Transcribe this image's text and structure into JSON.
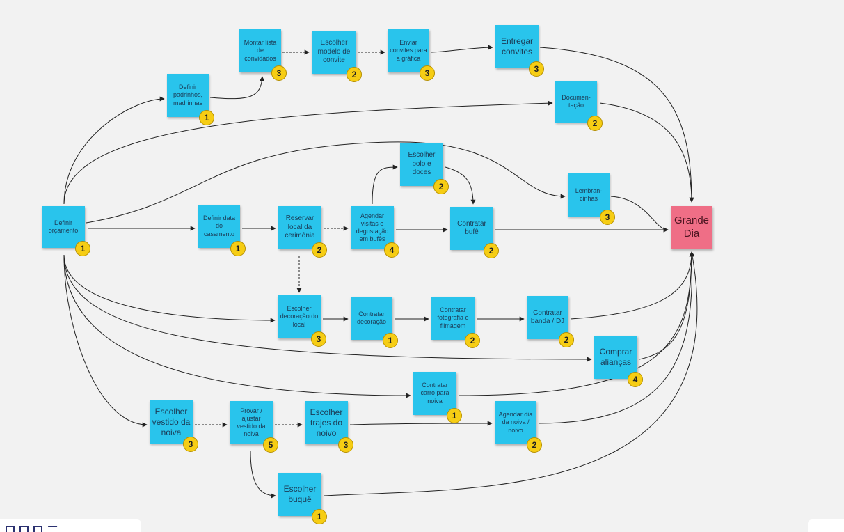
{
  "nodes": [
    {
      "id": "montar",
      "label": "Montar lista de convidados",
      "badge": "3",
      "color": "#29c4ec"
    },
    {
      "id": "escolher_modelo",
      "label": "Escolher modelo de convite",
      "badge": "2",
      "color": "#29c4ec"
    },
    {
      "id": "enviar",
      "label": "Enviar convites para a gráfica",
      "badge": "3",
      "color": "#29c4ec"
    },
    {
      "id": "entregar",
      "label": "Entregar convites",
      "badge": "3",
      "color": "#29c4ec"
    },
    {
      "id": "padrinhos",
      "label": "Definir padrinhos, madrinhas",
      "badge": "1",
      "color": "#29c4ec"
    },
    {
      "id": "documentacao",
      "label": "Documen-tação",
      "badge": "2",
      "color": "#29c4ec"
    },
    {
      "id": "bolo",
      "label": "Escolher bolo e doces",
      "badge": "2",
      "color": "#29c4ec"
    },
    {
      "id": "lembrancinhas",
      "label": "Lembran-cinhas",
      "badge": "3",
      "color": "#29c4ec"
    },
    {
      "id": "orcamento",
      "label": "Definir orçamento",
      "badge": "1",
      "color": "#29c4ec"
    },
    {
      "id": "data",
      "label": "Definir data do casamento",
      "badge": "1",
      "color": "#29c4ec"
    },
    {
      "id": "reservar",
      "label": "Reservar local da cerimônia",
      "badge": "2",
      "color": "#29c4ec"
    },
    {
      "id": "agendar_visitas",
      "label": "Agendar visitas e degustação em bufês",
      "badge": "4",
      "color": "#29c4ec"
    },
    {
      "id": "bufe",
      "label": "Contratar bufê",
      "badge": "2",
      "color": "#29c4ec"
    },
    {
      "id": "grande_dia",
      "label": "Grande Dia",
      "badge": "",
      "color": "#ef6e86"
    },
    {
      "id": "escolher_decoracao",
      "label": "Escolher decoração do local",
      "badge": "3",
      "color": "#29c4ec"
    },
    {
      "id": "contratar_decoracao",
      "label": "Contratar decoração",
      "badge": "1",
      "color": "#29c4ec"
    },
    {
      "id": "fotografia",
      "label": "Contratar fotografia e filmagem",
      "badge": "2",
      "color": "#29c4ec"
    },
    {
      "id": "banda",
      "label": "Contratar banda / DJ",
      "badge": "2",
      "color": "#29c4ec"
    },
    {
      "id": "aliancas",
      "label": "Comprar alianças",
      "badge": "4",
      "color": "#29c4ec"
    },
    {
      "id": "carro",
      "label": "Contratar carro para noiva",
      "badge": "1",
      "color": "#29c4ec"
    },
    {
      "id": "vestido",
      "label": "Escolher vestido da noiva",
      "badge": "3",
      "color": "#29c4ec"
    },
    {
      "id": "provar",
      "label": "Provar / ajustar vestido da noiva",
      "badge": "5",
      "color": "#29c4ec"
    },
    {
      "id": "trajes",
      "label": "Escolher trajes do noivo",
      "badge": "3",
      "color": "#29c4ec"
    },
    {
      "id": "dia_noiva",
      "label": "Agendar dia da noiva / noivo",
      "badge": "2",
      "color": "#29c4ec"
    },
    {
      "id": "buque",
      "label": "Escolher buquê",
      "badge": "1",
      "color": "#29c4ec"
    }
  ],
  "edges": [
    {
      "from": "montar",
      "to": "escolher_modelo",
      "dashed": true
    },
    {
      "from": "escolher_modelo",
      "to": "enviar",
      "dashed": true
    },
    {
      "from": "enviar",
      "to": "entregar",
      "dashed": false
    },
    {
      "from": "entregar",
      "to": "grande_dia",
      "dashed": false
    },
    {
      "from": "padrinhos",
      "to": "montar",
      "dashed": false
    },
    {
      "from": "orcamento",
      "to": "padrinhos",
      "dashed": false
    },
    {
      "from": "orcamento",
      "to": "documentacao",
      "dashed": false
    },
    {
      "from": "documentacao",
      "to": "grande_dia",
      "dashed": false
    },
    {
      "from": "orcamento",
      "to": "lembrancinhas",
      "dashed": false
    },
    {
      "from": "lembrancinhas",
      "to": "grande_dia",
      "dashed": false
    },
    {
      "from": "orcamento",
      "to": "data",
      "dashed": false
    },
    {
      "from": "data",
      "to": "reservar",
      "dashed": false
    },
    {
      "from": "reservar",
      "to": "agendar_visitas",
      "dashed": true
    },
    {
      "from": "agendar_visitas",
      "to": "bufe",
      "dashed": false
    },
    {
      "from": "agendar_visitas",
      "to": "bolo",
      "dashed": false
    },
    {
      "from": "bolo",
      "to": "bufe",
      "dashed": false
    },
    {
      "from": "bufe",
      "to": "grande_dia",
      "dashed": false
    },
    {
      "from": "reservar",
      "to": "escolher_decoracao",
      "dashed": true
    },
    {
      "from": "orcamento",
      "to": "escolher_decoracao",
      "dashed": false
    },
    {
      "from": "escolher_decoracao",
      "to": "contratar_decoracao",
      "dashed": false
    },
    {
      "from": "contratar_decoracao",
      "to": "fotografia",
      "dashed": false
    },
    {
      "from": "fotografia",
      "to": "banda",
      "dashed": false
    },
    {
      "from": "banda",
      "to": "grande_dia",
      "dashed": false
    },
    {
      "from": "orcamento",
      "to": "aliancas",
      "dashed": false
    },
    {
      "from": "aliancas",
      "to": "grande_dia",
      "dashed": false
    },
    {
      "from": "orcamento",
      "to": "carro",
      "dashed": false
    },
    {
      "from": "carro",
      "to": "grande_dia",
      "dashed": false
    },
    {
      "from": "orcamento",
      "to": "vestido",
      "dashed": false
    },
    {
      "from": "vestido",
      "to": "provar",
      "dashed": true
    },
    {
      "from": "provar",
      "to": "trajes",
      "dashed": true
    },
    {
      "from": "trajes",
      "to": "dia_noiva",
      "dashed": false
    },
    {
      "from": "dia_noiva",
      "to": "grande_dia",
      "dashed": false
    },
    {
      "from": "provar",
      "to": "buque",
      "dashed": false
    },
    {
      "from": "buque",
      "to": "grande_dia",
      "dashed": false
    }
  ],
  "toolbar": {
    "tools": [
      "select-tool-icon",
      "frame-tool-icon",
      "list-tool-icon",
      "pen-tool-icon"
    ]
  }
}
